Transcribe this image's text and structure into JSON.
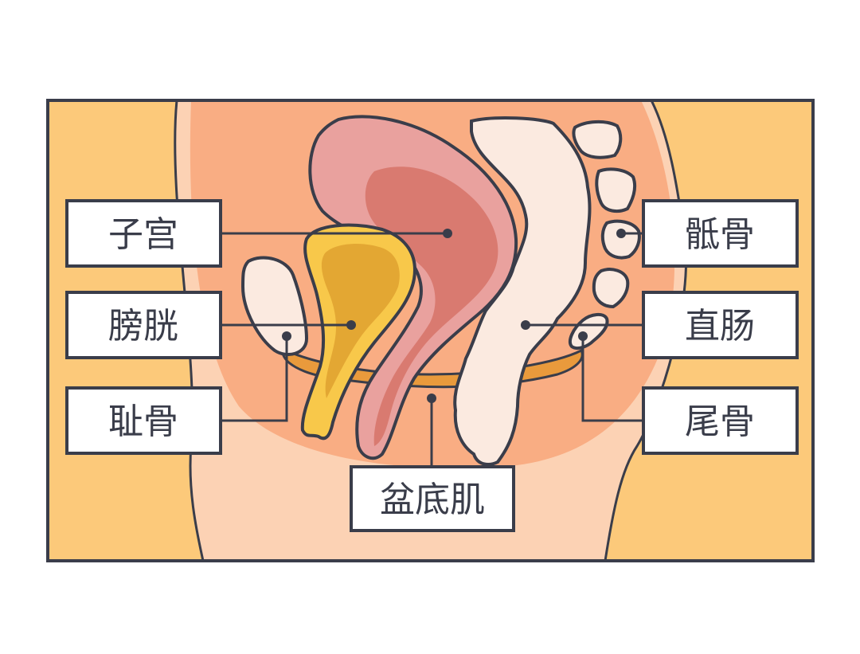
{
  "labels": {
    "uterus": "子宫",
    "bladder": "膀胱",
    "pubis": "耻骨",
    "pelvic_floor": "盆底肌",
    "sacrum": "骶骨",
    "rectum": "直肠",
    "coccyx": "尾骨"
  },
  "colors": {
    "outline": "#3a3d4a",
    "background_side": "#fcc97a",
    "body_skin": "#fcd2b4",
    "pelvis_area": "#f9ad83",
    "uterus": "#e9a19e",
    "uterus_inner": "#d97a70",
    "bladder": "#f8c84a",
    "bladder_inner": "#e3a733",
    "muscle": "#e99a3c",
    "bone": "#fbeae0"
  }
}
